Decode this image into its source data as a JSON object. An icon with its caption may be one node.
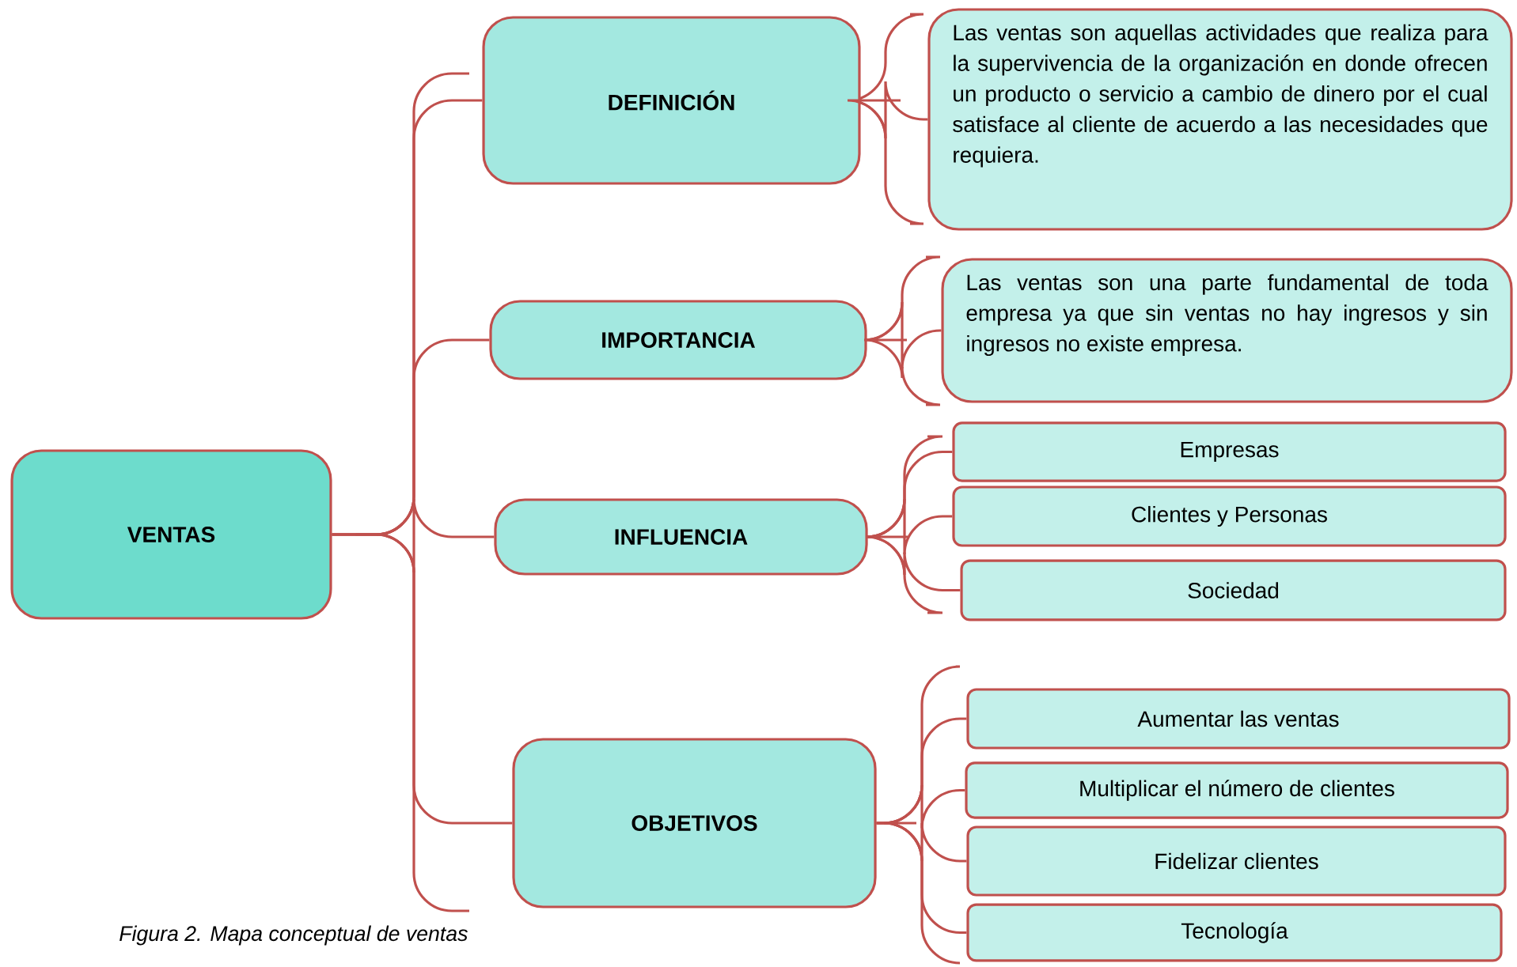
{
  "diagram": {
    "caption": "Figura 2. Mapa conceptual de ventas",
    "nodes": [
      {
        "text": [
          "VENTAS"
        ]
      },
      {
        "text": [
          "DEFINICIÓN"
        ]
      },
      {
        "text": [
          "Las ventas son aquellas actividades que realiza para la supervivencia de la organización en donde ofrecen un producto o servicio a cambio de dinero por el cual satisface al cliente de acuerdo a las necesidades que requiera."
        ]
      },
      {
        "text": [
          "IMPORTANCIA"
        ]
      },
      {
        "text": [
          "Las ventas son una parte fundamental de toda empresa ya que sin ventas no hay ingresos y sin ingresos no existe empresa."
        ]
      },
      {
        "text": [
          "INFLUENCIA"
        ]
      },
      {
        "text": [
          "Empresas"
        ]
      },
      {
        "text": [
          "Clientes y Personas"
        ]
      },
      {
        "text": [
          "Sociedad"
        ]
      },
      {
        "text": [
          "OBJETIVOS"
        ]
      },
      {
        "text": [
          "Aumentar las ventas"
        ]
      },
      {
        "text": [
          "Multiplicar el número de clientes"
        ]
      },
      {
        "text": [
          "Fidelizar clientes"
        ]
      },
      {
        "text": [
          "Tecnología"
        ]
      }
    ],
    "edges": [
      {
        "from": 0,
        "to": 1,
        "arrow": "none"
      },
      {
        "from": 0,
        "to": 3,
        "arrow": "none"
      },
      {
        "from": 0,
        "to": 5,
        "arrow": "none"
      },
      {
        "from": 0,
        "to": 9,
        "arrow": "none"
      },
      {
        "from": 1,
        "to": 2,
        "arrow": "none"
      },
      {
        "from": 3,
        "to": 4,
        "arrow": "none"
      },
      {
        "from": 5,
        "to": 6,
        "arrow": "none"
      },
      {
        "from": 5,
        "to": 7,
        "arrow": "none"
      },
      {
        "from": 5,
        "to": 8,
        "arrow": "none"
      },
      {
        "from": 9,
        "to": 10,
        "arrow": "none"
      },
      {
        "from": 9,
        "to": 11,
        "arrow": "none"
      },
      {
        "from": 9,
        "to": 12,
        "arrow": "none"
      },
      {
        "from": 9,
        "to": 13,
        "arrow": "none"
      }
    ]
  }
}
